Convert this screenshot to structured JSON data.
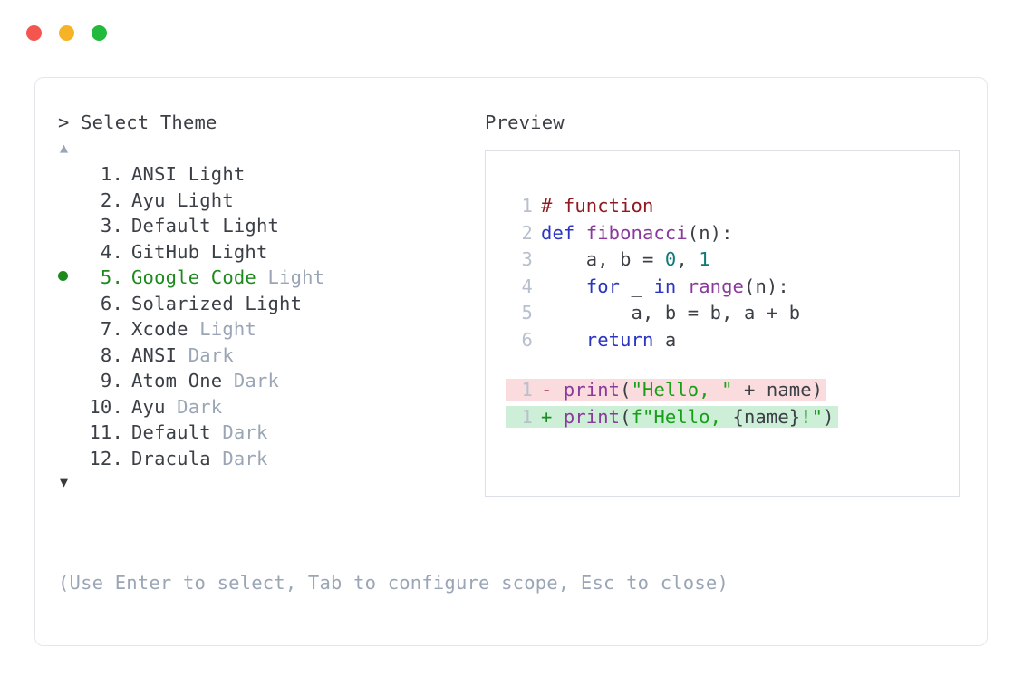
{
  "window": {
    "dots": [
      {
        "name": "close-dot",
        "color": "#f4564f"
      },
      {
        "name": "minimize-dot",
        "color": "#f5b325"
      },
      {
        "name": "maximize-dot",
        "color": "#22ba3c"
      }
    ]
  },
  "selector": {
    "prompt": "> Select Theme",
    "scroll_up": "▲",
    "scroll_down": "▼",
    "selected_index": 5,
    "items": [
      {
        "index": "1.",
        "name": "ANSI Light",
        "variant": "",
        "variant_strong": true,
        "selected": false
      },
      {
        "index": "2.",
        "name": "Ayu Light",
        "variant": "",
        "variant_strong": true,
        "selected": false
      },
      {
        "index": "3.",
        "name": "Default Light",
        "variant": "",
        "variant_strong": true,
        "selected": false
      },
      {
        "index": "4.",
        "name": "GitHub Light",
        "variant": "",
        "variant_strong": true,
        "selected": false
      },
      {
        "index": "5.",
        "name": "Google Code",
        "variant": "Light",
        "variant_strong": false,
        "selected": true
      },
      {
        "index": "6.",
        "name": "Solarized Light",
        "variant": "",
        "variant_strong": true,
        "selected": false
      },
      {
        "index": "7.",
        "name": "Xcode",
        "variant": "Light",
        "variant_strong": false,
        "selected": false
      },
      {
        "index": "8.",
        "name": "ANSI",
        "variant": "Dark",
        "variant_strong": false,
        "selected": false
      },
      {
        "index": "9.",
        "name": "Atom One",
        "variant": "Dark",
        "variant_strong": false,
        "selected": false
      },
      {
        "index": "10.",
        "name": "Ayu",
        "variant": "Dark",
        "variant_strong": false,
        "selected": false
      },
      {
        "index": "11.",
        "name": "Default",
        "variant": "Dark",
        "variant_strong": false,
        "selected": false
      },
      {
        "index": "12.",
        "name": "Dracula",
        "variant": "Dark",
        "variant_strong": false,
        "selected": false
      }
    ],
    "hint": "(Use Enter to select, Tab to configure scope, Esc to close)"
  },
  "preview": {
    "label": "Preview",
    "code_lines": [
      {
        "ln": "1",
        "tokens": [
          {
            "text": "# function",
            "type": "comment"
          }
        ]
      },
      {
        "ln": "2",
        "tokens": [
          {
            "text": "def ",
            "type": "keyword"
          },
          {
            "text": "fibonacci",
            "type": "func"
          },
          {
            "text": "(n):",
            "type": "plain"
          }
        ]
      },
      {
        "ln": "3",
        "tokens": [
          {
            "text": "    a, b = ",
            "type": "plain"
          },
          {
            "text": "0",
            "type": "num"
          },
          {
            "text": ", ",
            "type": "plain"
          },
          {
            "text": "1",
            "type": "num"
          }
        ]
      },
      {
        "ln": "4",
        "tokens": [
          {
            "text": "    ",
            "type": "plain"
          },
          {
            "text": "for",
            "type": "keyword"
          },
          {
            "text": " _ ",
            "type": "plain"
          },
          {
            "text": "in",
            "type": "keyword"
          },
          {
            "text": " ",
            "type": "plain"
          },
          {
            "text": "range",
            "type": "func"
          },
          {
            "text": "(n):",
            "type": "plain"
          }
        ]
      },
      {
        "ln": "5",
        "tokens": [
          {
            "text": "        a, b = b, a + b",
            "type": "plain"
          }
        ]
      },
      {
        "ln": "6",
        "tokens": [
          {
            "text": "    ",
            "type": "plain"
          },
          {
            "text": "return",
            "type": "keyword"
          },
          {
            "text": " a",
            "type": "plain"
          }
        ]
      }
    ],
    "diff_lines": [
      {
        "ln": "1",
        "kind": "del",
        "sign": "-",
        "tokens": [
          {
            "text": "print",
            "type": "func"
          },
          {
            "text": "(",
            "type": "plain"
          },
          {
            "text": "\"Hello, \"",
            "type": "str"
          },
          {
            "text": " + name)",
            "type": "plain"
          }
        ]
      },
      {
        "ln": "1",
        "kind": "add",
        "sign": "+",
        "tokens": [
          {
            "text": "print",
            "type": "func"
          },
          {
            "text": "(",
            "type": "plain"
          },
          {
            "text": "f\"Hello, ",
            "type": "str"
          },
          {
            "text": "{name}",
            "type": "plain"
          },
          {
            "text": "!\"",
            "type": "str"
          },
          {
            "text": ")",
            "type": "plain"
          }
        ]
      }
    ]
  },
  "colors": {
    "accent_green": "#1e8a1e",
    "muted": "#9aa5b5",
    "text": "#3b3f46",
    "diff_del_bg": "#fadbde",
    "diff_add_bg": "#cdeed7",
    "card_border": "#e3e6ed",
    "code_border": "#dcdfe8"
  }
}
